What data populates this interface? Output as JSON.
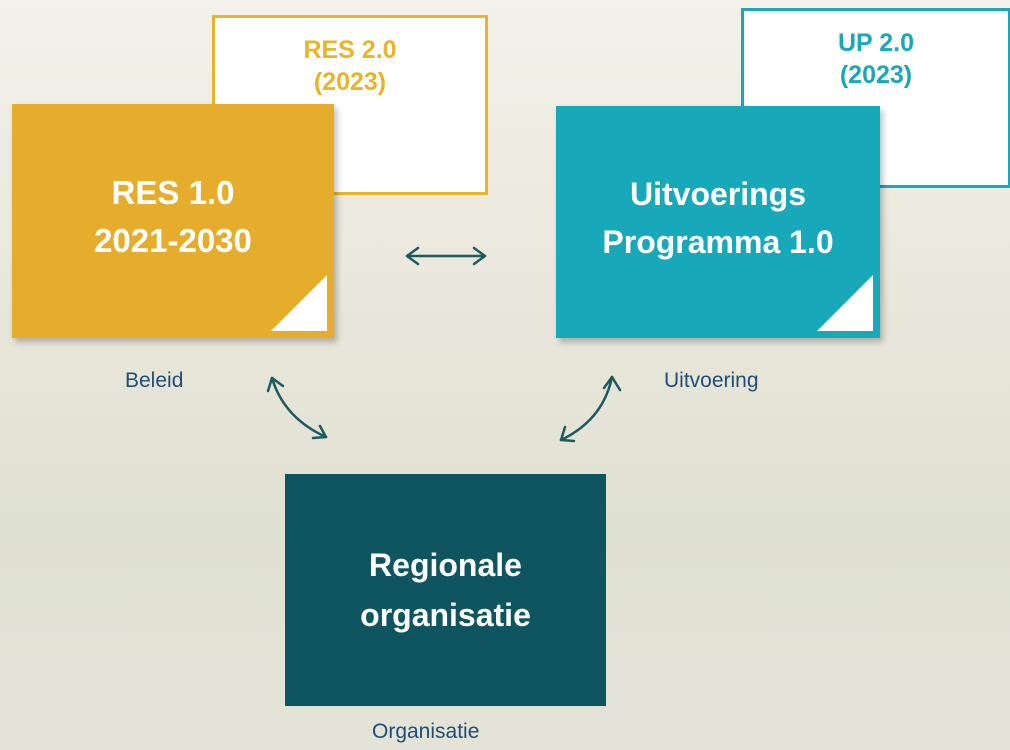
{
  "res2": {
    "line1": "RES 2.0",
    "line2": "(2023)"
  },
  "up2": {
    "line1": "UP 2.0",
    "line2": "(2023)"
  },
  "res1": {
    "line1": "RES 1.0",
    "line2": "2021-2030"
  },
  "up1": {
    "line1": "Uitvoerings",
    "line2": "Programma 1.0"
  },
  "org": {
    "line1": "Regionale",
    "line2": "organisatie"
  },
  "captions": {
    "beleid": "Beleid",
    "uitvoering": "Uitvoering",
    "organisatie": "Organisatie"
  },
  "colors": {
    "gold": "#e6ad2c",
    "teal": "#17a9b9",
    "dark_teal": "#0f5560",
    "arrow": "#1d5a5f",
    "caption": "#1f4e79"
  }
}
